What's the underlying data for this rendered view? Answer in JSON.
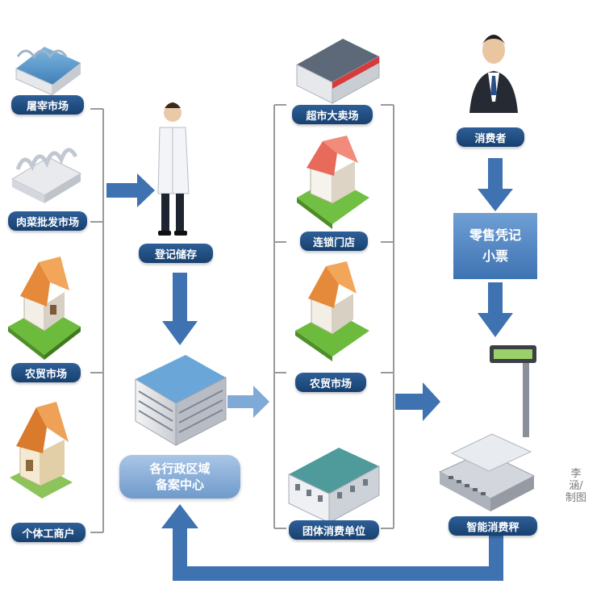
{
  "sources": [
    {
      "label": "屠宰市场",
      "icon": "slaughterhouse-icon"
    },
    {
      "label": "肉菜批发市场",
      "icon": "wholesale-market-icon"
    },
    {
      "label": "农贸市场",
      "icon": "farmers-market-icon"
    },
    {
      "label": "个体工商户",
      "icon": "individual-business-icon"
    }
  ],
  "registration": {
    "label": "登记储存",
    "icon": "registrar-person-icon"
  },
  "center": {
    "line1": "各行政区域",
    "line2": "备案中心",
    "icon": "filing-center-building-icon"
  },
  "retailers": [
    {
      "label": "超市大卖场",
      "icon": "supermarket-icon"
    },
    {
      "label": "连锁门店",
      "icon": "chain-store-icon"
    },
    {
      "label": "农贸市场",
      "icon": "farmers-market-icon"
    },
    {
      "label": "团体消费单位",
      "icon": "group-consumer-building-icon"
    }
  ],
  "consumer": {
    "label": "消费者",
    "icon": "consumer-person-icon"
  },
  "receipt": {
    "line1": "零售凭记",
    "line2": "小票"
  },
  "scale": {
    "label": "智能消费秤",
    "icon": "smart-scale-icon"
  },
  "credit": "李涵/制图",
  "colors": {
    "pill": "#1f4a7e",
    "arrow": "#3f72b0",
    "bracket": "#9a9a9a"
  }
}
